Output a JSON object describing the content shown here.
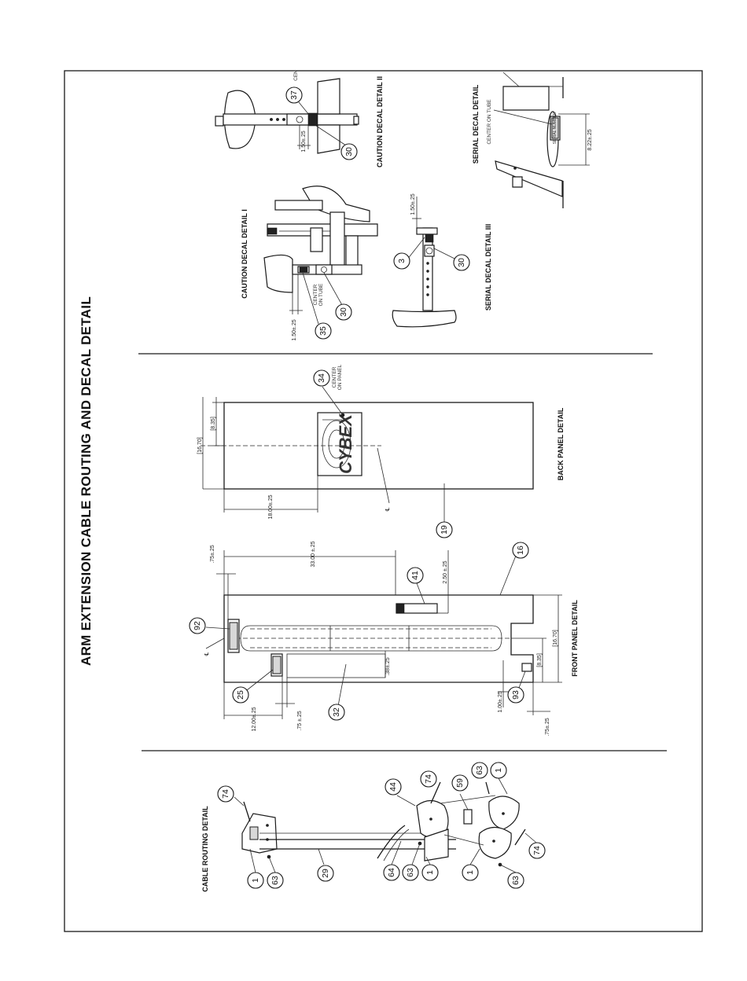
{
  "title": "ARM EXTENSION CABLE ROUTING AND DECAL DETAIL",
  "views": {
    "cable_routing": "CABLE ROUTING DETAIL",
    "front_panel": "FRONT PANEL DETAIL",
    "back_panel": "BACK PANEL DETAIL",
    "caution_1": "CAUTION DECAL DETAIL I",
    "caution_2": "CAUTION DECAL DETAIL II",
    "serial_2": "SERIAL DECAL DETAIL",
    "serial_3": "SERIAL DECAL DETAIL III"
  },
  "callouts": {
    "c1": "1",
    "c3": "3",
    "c16": "16",
    "c19": "19",
    "c25": "25",
    "c29": "29",
    "c30": "30",
    "c32": "32",
    "c34": "34",
    "c35": "35",
    "c37": "37",
    "c41": "41",
    "c44": "44",
    "c59": "59",
    "c63": "63",
    "c64": "64",
    "c74": "74",
    "c92": "92",
    "c93": "93"
  },
  "dimensions": {
    "d_75": ".75±.25",
    "d_75b": ".75 ±.25",
    "d_75c": ".75±.25",
    "d_33": "33.00 ±.25",
    "d_250": "2.50 ±.25",
    "d_1670": "[16.70]",
    "d_835": "[8.35]",
    "d_38": ".38±.25",
    "d_1200": "12.00±.25",
    "d_100": "1.00±.25",
    "d_1800": "18.00±.25",
    "d_1670b": "[16.70]",
    "d_835b": "[8.35]",
    "d_150a": "1.50±.25",
    "d_150b": "1.50±.25",
    "d_150c": "1.50±.25",
    "d_822": "8.22±.25"
  },
  "notes": {
    "center_on_panel_1": "CENTER",
    "center_on_panel_2": "ON PANEL",
    "center_on_tube_1": "CENTER",
    "center_on_tube_2": "ON TUBE",
    "center_on_tube_serial": "CENTER ON TUBE",
    "centerline": "℄",
    "cutoff_label": "CEN"
  },
  "decals": {
    "logo": "CYBEX",
    "serial_text": "SERIAL NUMBER"
  }
}
